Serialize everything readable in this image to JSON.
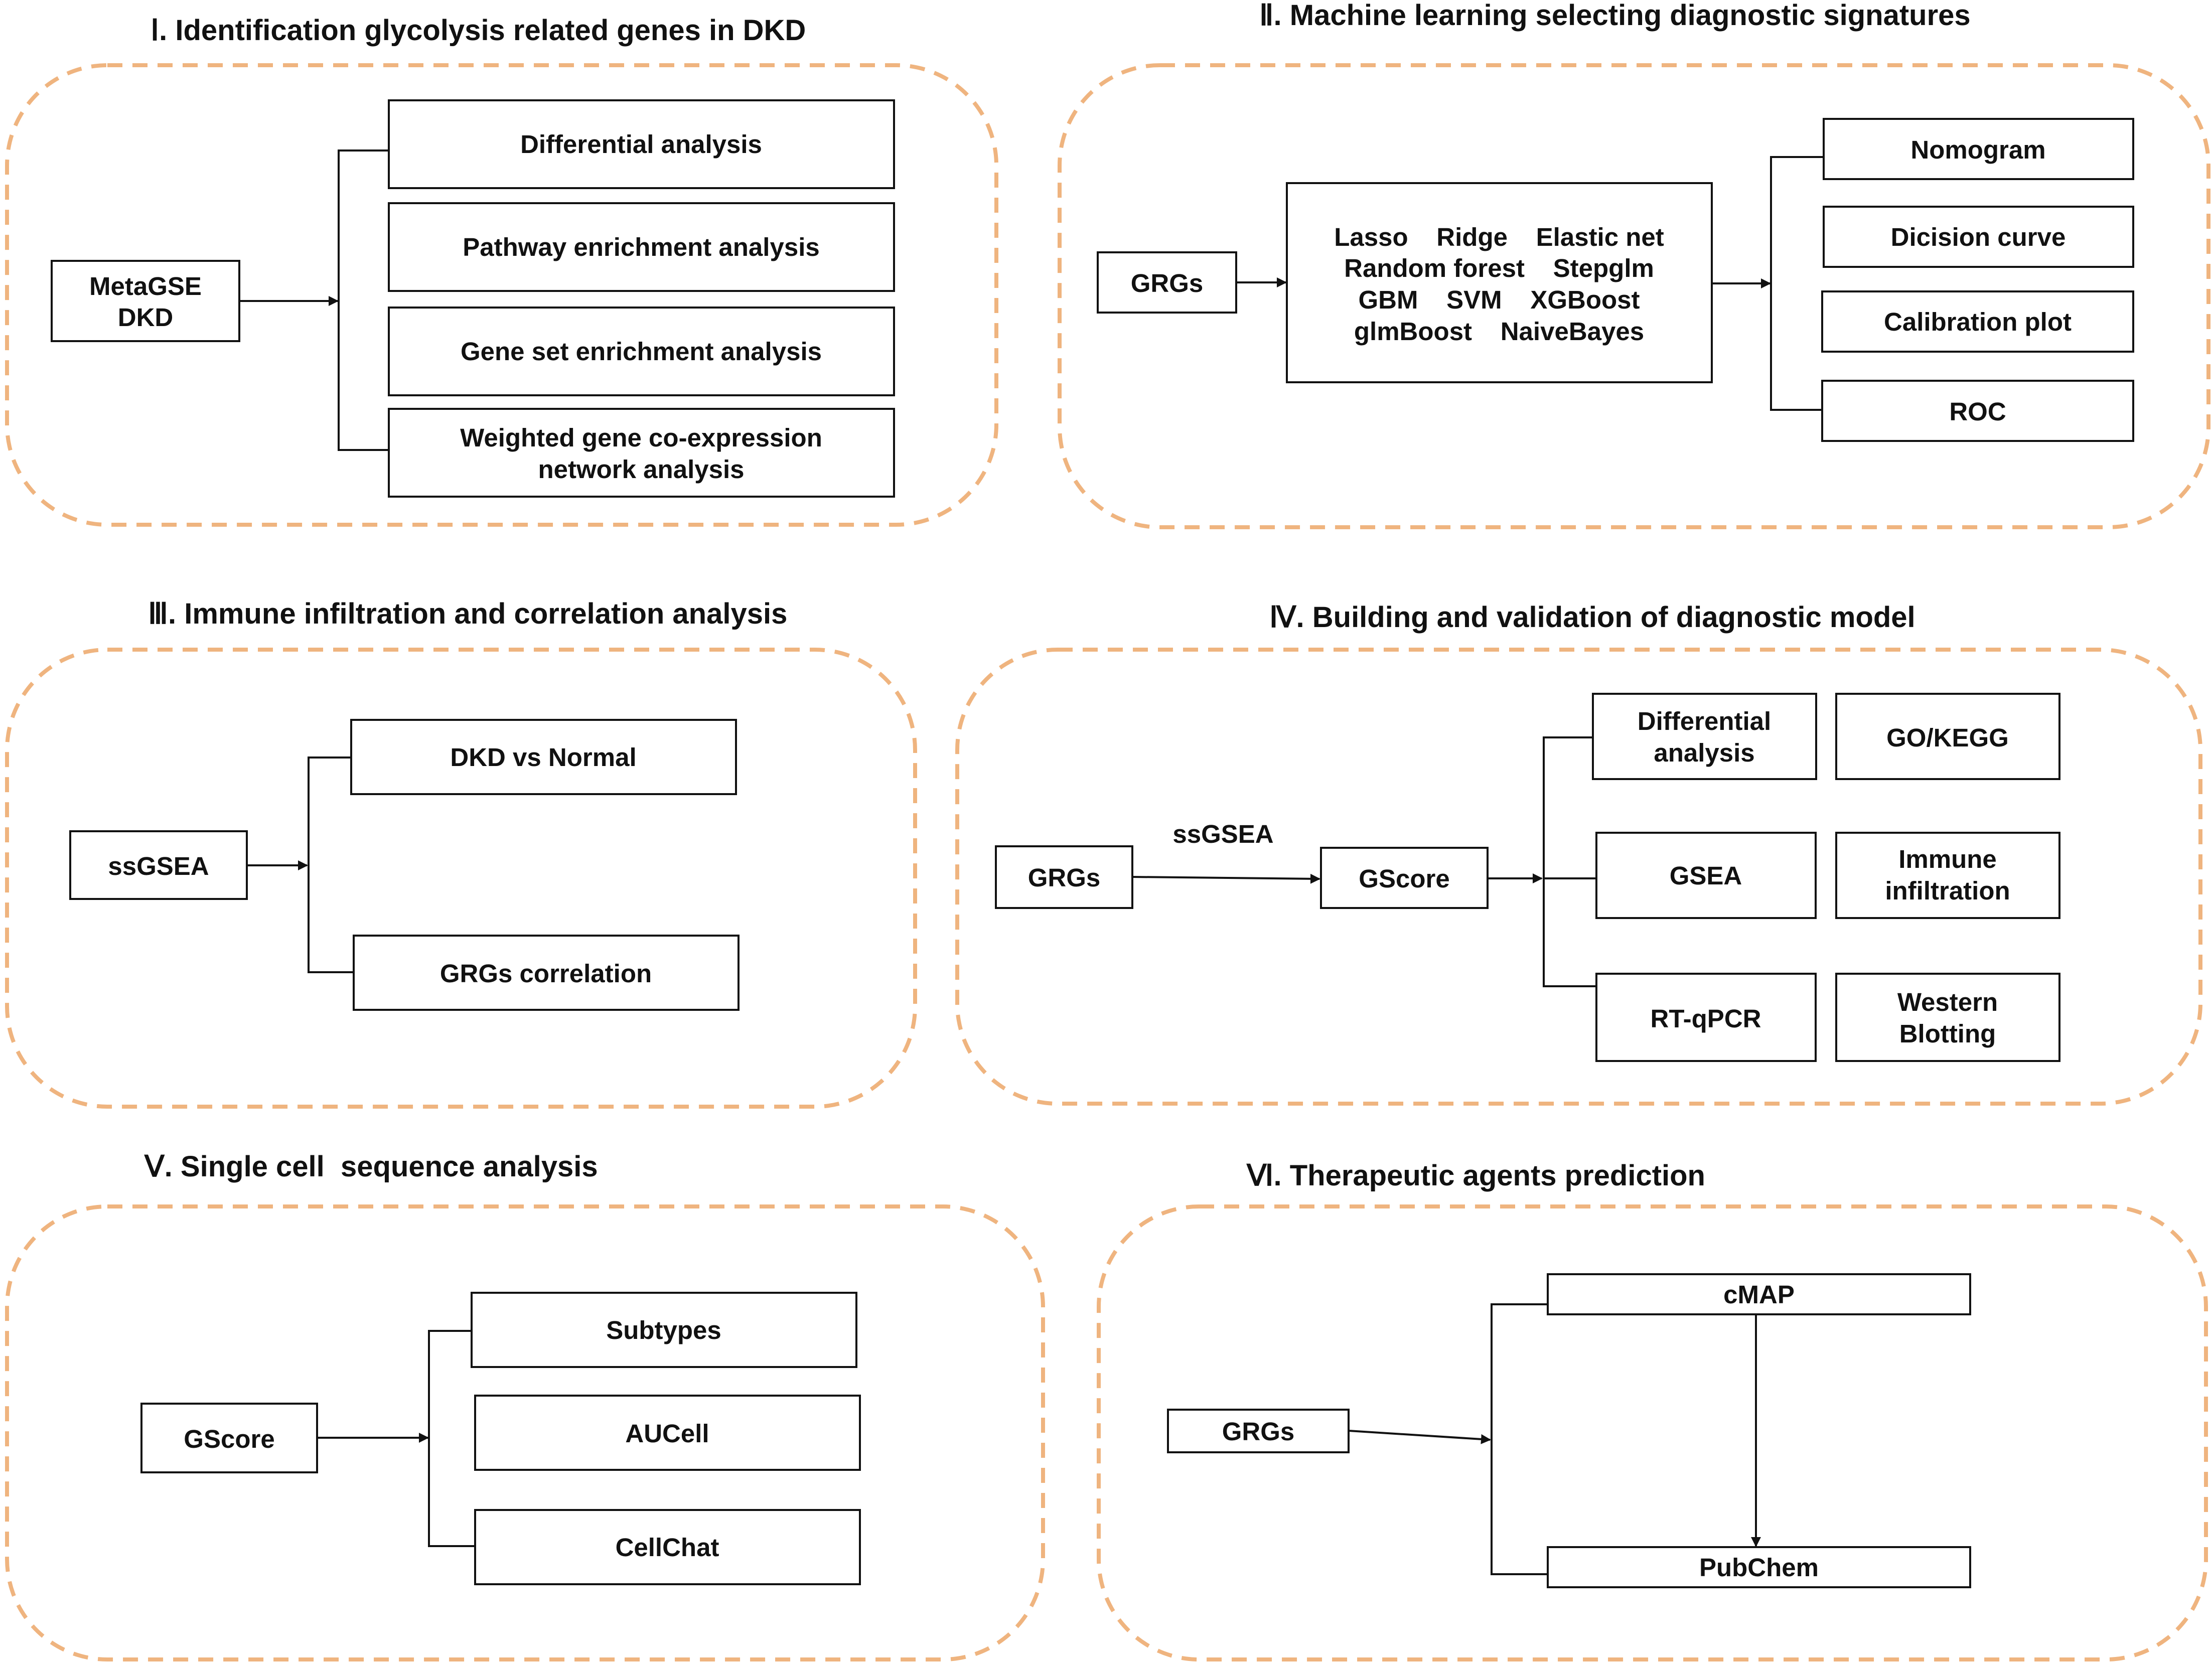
{
  "colors": {
    "frame_border": "#efb47f",
    "box_border": "#111111",
    "text": "#111111"
  },
  "panels": {
    "p1": {
      "title": "Ⅰ. Identification glycolysis related genes in DKD",
      "source": [
        "MetaGSE",
        "DKD"
      ],
      "items": [
        [
          "Differential analysis"
        ],
        [
          "Pathway enrichment analysis"
        ],
        [
          "Gene set enrichment analysis"
        ],
        [
          "Weighted gene co-expression",
          "network analysis"
        ]
      ]
    },
    "p2": {
      "title": "Ⅱ. Machine learning selecting diagnostic signatures",
      "source": "GRGs",
      "methods": [
        "Lasso    Ridge    Elastic net",
        "Random forest    Stepglm",
        "GBM    SVM    XGBoost",
        "glmBoost    NaiveBayes"
      ],
      "items": [
        "Nomogram",
        "Dicision curve",
        "Calibration plot",
        "ROC"
      ]
    },
    "p3": {
      "title": "Ⅲ. Immune infiltration and correlation analysis",
      "source": "ssGSEA",
      "items": [
        "DKD vs Normal",
        "GRGs correlation"
      ]
    },
    "p4": {
      "title": "Ⅳ. Building and validation of diagnostic model",
      "source": "GRGs",
      "arrow_label": "ssGSEA",
      "middle": "GScore",
      "items": [
        [
          "Differential",
          "analysis"
        ],
        [
          "GO/KEGG"
        ],
        [
          "GSEA"
        ],
        [
          "Immune",
          "infiltration"
        ],
        [
          "RT-qPCR"
        ],
        [
          "Western",
          "Blotting"
        ]
      ]
    },
    "p5": {
      "title": "Ⅴ. Single cell  sequence analysis",
      "source": "GScore",
      "items": [
        "Subtypes",
        "AUCell",
        "CellChat"
      ]
    },
    "p6": {
      "title": "Ⅵ. Therapeutic agents prediction",
      "source": "GRGs",
      "items": [
        "cMAP",
        "PubChem"
      ]
    }
  }
}
